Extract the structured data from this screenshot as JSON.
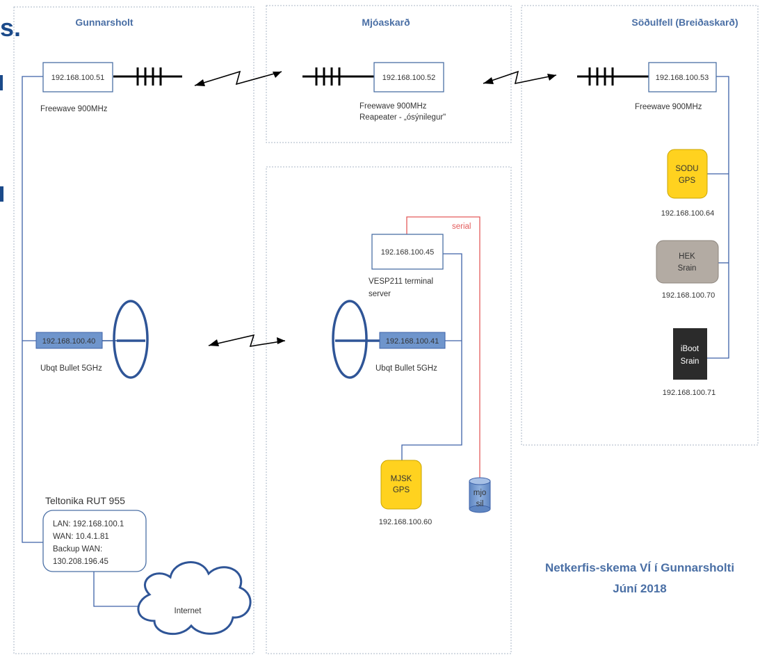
{
  "regions": {
    "gunnarsholt": "Gunnarsholt",
    "mjoaskard": "Mjóaskarð",
    "sodulfell": "Söðulfell (Breiðaskarð)"
  },
  "edge_fragment": {
    "text": "s.",
    "color": "#1b4a8a"
  },
  "freewave": {
    "gunnarsholt": {
      "ip": "192.168.100.51",
      "label": "Freewave 900MHz"
    },
    "mjoaskard": {
      "ip": "192.168.100.52",
      "label": "Freewave 900MHz",
      "sublabel": "Reapeater - „ósýnilegur\""
    },
    "sodulfell": {
      "ip": "192.168.100.53",
      "label": "Freewave 900MHz"
    }
  },
  "serial_label": "serial",
  "vesp": {
    "ip": "192.168.100.45",
    "label_line1": "VESP211 terminal",
    "label_line2": "server"
  },
  "bullet": {
    "gunnarsholt": {
      "ip": "192.168.100.40",
      "label": "Ubqt Bullet 5GHz"
    },
    "mjoaskard": {
      "ip": "192.168.100.41",
      "label": "Ubqt Bullet 5GHz"
    }
  },
  "mjsk_gps": {
    "line1": "MJSK",
    "line2": "GPS",
    "ip": "192.168.100.60"
  },
  "mjo_sil": {
    "line1": "mjo",
    "line2": "sil"
  },
  "sodu_gps": {
    "line1": "SODU",
    "line2": "GPS",
    "ip": "192.168.100.64"
  },
  "hek": {
    "line1": "HEK",
    "line2": "Srain",
    "ip": "192.168.100.70"
  },
  "iboot": {
    "line1": "iBoot",
    "line2": "Srain",
    "ip": "192.168.100.71"
  },
  "router": {
    "name": "Teltonika RUT 955",
    "lan": "LAN: 192.168.100.1",
    "wan": "WAN: 10.4.1.81",
    "backup_label": "Backup WAN:",
    "backup_ip": "130.208.196.45"
  },
  "internet": "Internet",
  "footer": {
    "line1": "Netkerfis-skema VÍ í Gunnarsholti",
    "line2": "Júní 2018"
  },
  "colors": {
    "accent_blue": "#4a6fa5",
    "wire_blue": "#3d62a8",
    "bullet_fill": "#6f95cc",
    "gps_yellow": "#ffd21f",
    "hek_grey": "#b3aba3",
    "iboot_black": "#2b2b2b",
    "serial_red": "#e35b5b"
  }
}
